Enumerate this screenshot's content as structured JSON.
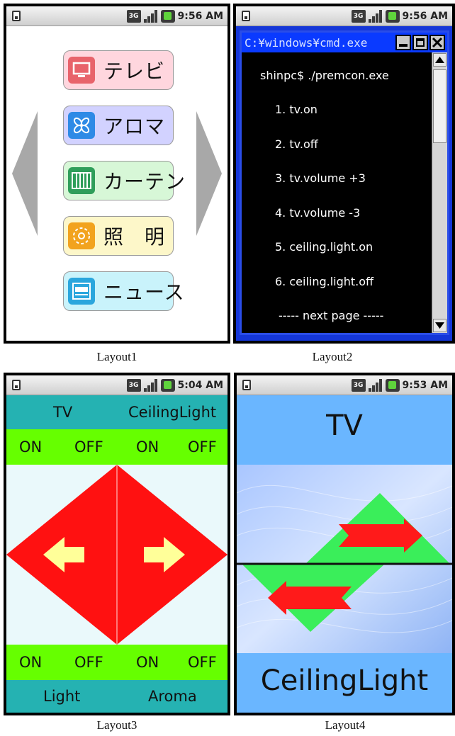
{
  "status_times": {
    "layout1": "9:56 AM",
    "layout2": "9:56 AM",
    "layout3": "5:04 AM",
    "layout4": "9:53 AM"
  },
  "status_icons": {
    "network": "3G",
    "signal": "signal-bars-icon",
    "battery": "battery-icon"
  },
  "captions": {
    "layout1": "Layout1",
    "layout2": "Layout2",
    "layout3": "Layout3",
    "layout4": "Layout4"
  },
  "layout1": {
    "menu": [
      {
        "label": "テレビ",
        "icon": "tv-icon",
        "bg": "#ffd6de",
        "icon_color": "#e8636b"
      },
      {
        "label": "アロマ",
        "icon": "aroma-icon",
        "bg": "#d2d2ff",
        "icon_color": "#2e8ae6"
      },
      {
        "label": "カーテン",
        "icon": "curtain-icon",
        "bg": "#d7f7d7",
        "icon_color": "#2f9e5a"
      },
      {
        "label": "照　明",
        "icon": "light-icon",
        "bg": "#fdf7c9",
        "icon_color": "#f2a31e"
      },
      {
        "label": "ニュース",
        "icon": "news-icon",
        "bg": "#c9f3fb",
        "icon_color": "#2aa6dd"
      }
    ]
  },
  "layout2": {
    "window_title": "C:¥windows¥cmd.exe",
    "prompt": "shinpc$ ./premcon.exe",
    "items": [
      "1. tv.on",
      "2. tv.off",
      "3. tv.volume +3",
      "4. tv.volume -3",
      "5. ceiling.light.on",
      "6. ceiling.light.off"
    ],
    "next_page": "----- next page -----"
  },
  "layout3": {
    "top_devices": [
      "TV",
      "CeilingLight"
    ],
    "bottom_devices": [
      "Light",
      "Aroma"
    ],
    "on_label": "ON",
    "off_label": "OFF",
    "colors": {
      "device_bar": "#25b2b2",
      "onoff_bar": "#66ff00",
      "diamond": "#ff1111",
      "arrow": "#ffff99"
    }
  },
  "layout4": {
    "top_device": "TV",
    "bottom_device": "CeilingLight",
    "colors": {
      "header": "#6ab6ff",
      "triangle": "#3aee5a",
      "arrow": "#ff1a1a"
    }
  }
}
